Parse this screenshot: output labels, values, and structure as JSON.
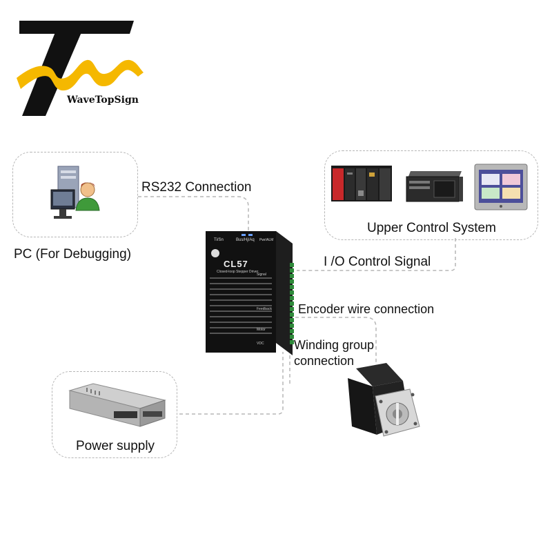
{
  "brand": {
    "name": "WaveTopSign",
    "accent": "#f5b800",
    "dark": "#111111"
  },
  "labels": {
    "rs232": "RS232 Connection",
    "pc": "PC (For Debugging)",
    "upper": "Upper Control System",
    "io": "I /O Control Signal",
    "encoder": "Encoder wire connection",
    "winding_1": "Winding group",
    "winding_2": "connection",
    "power": "Power supply"
  },
  "driver": {
    "model": "CL57",
    "subtitle": "Closed-loop Stepper Driver",
    "top_left": "Ti/Sn",
    "top_mid": "Bus/Hj/Aq",
    "top_right": "Pwr/ALM",
    "side_labels": [
      "Signal",
      "Feedback",
      "Motor",
      "VDC"
    ],
    "accent": "#6aa0ff"
  },
  "icons": [
    "pc-user-icon",
    "plc-icon",
    "industrial-pc-icon",
    "hmi-panel-icon",
    "power-supply-icon",
    "stepper-motor-icon"
  ]
}
